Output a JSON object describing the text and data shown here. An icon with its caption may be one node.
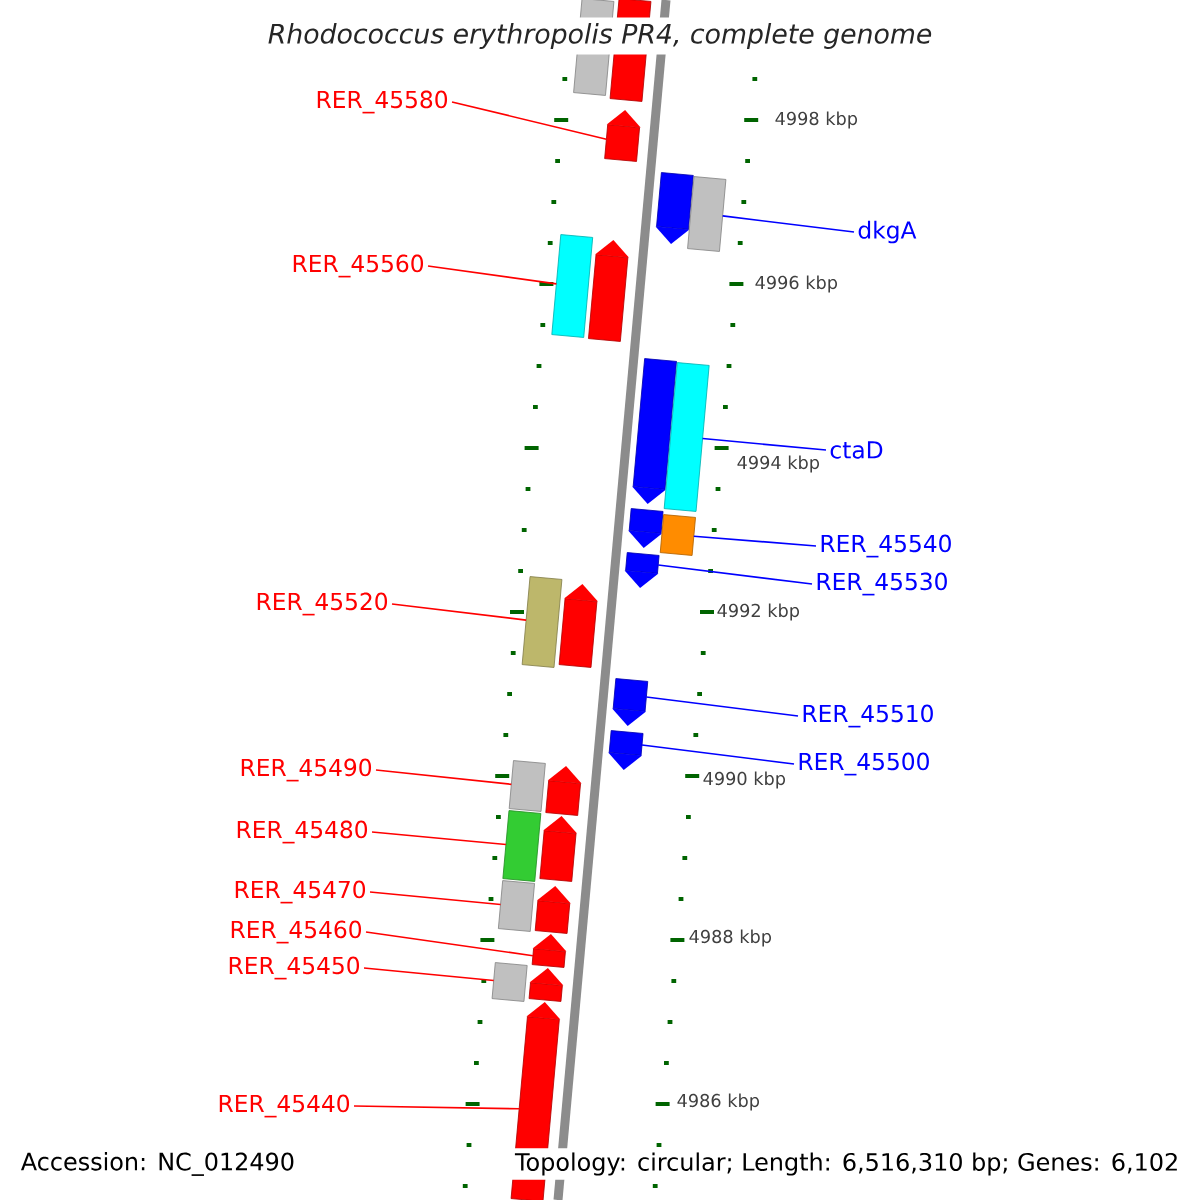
{
  "diagram": {
    "title": "*Rhodococcus erythropolis* PR4, complete genome",
    "nodes": [
      {
        "text": [
          "RER_45580"
        ]
      },
      {
        "text": [
          "dkgA"
        ]
      },
      {
        "text": [
          "RER_45560"
        ]
      },
      {
        "text": [
          "ctaD"
        ]
      },
      {
        "text": [
          "RER_45540"
        ]
      },
      {
        "text": [
          "RER_45530"
        ]
      },
      {
        "text": [
          "RER_45520"
        ]
      },
      {
        "text": [
          "RER_45510"
        ]
      },
      {
        "text": [
          "RER_45500"
        ]
      },
      {
        "text": [
          "RER_45490"
        ]
      },
      {
        "text": [
          "RER_45480"
        ]
      },
      {
        "text": [
          "RER_45470"
        ]
      },
      {
        "text": [
          "RER_45460"
        ]
      },
      {
        "text": [
          "RER_45450"
        ]
      },
      {
        "text": [
          "RER_45440"
        ]
      },
      {
        "text": [],
        "shape": "bar"
      },
      {
        "text": [],
        "shape": "bar"
      },
      {
        "text": [],
        "shape": "bar"
      },
      {
        "text": [],
        "shape": "bar"
      },
      {
        "text": [],
        "shape": "bar"
      },
      {
        "text": [],
        "shape": "bar"
      },
      {
        "text": [],
        "shape": "bar"
      },
      {
        "text": [],
        "shape": "bar"
      },
      {
        "text": [],
        "shape": "bar"
      },
      {
        "text": [],
        "shape": "bar"
      },
      {
        "text": [],
        "shape": "bar"
      },
      {
        "text": [],
        "shape": "bar"
      },
      {
        "text": [],
        "shape": "bar"
      },
      {
        "text": [],
        "shape": "bar"
      },
      {
        "text": [],
        "shape": "bar"
      },
      {
        "text": [],
        "shape": "bar"
      },
      {
        "text": [],
        "shape": "bar"
      },
      {
        "text": [],
        "shape": "bar"
      },
      {
        "text": [],
        "shape": "bar"
      },
      {
        "text": [],
        "shape": "bar"
      },
      {
        "text": [],
        "shape": "bar"
      },
      {
        "text": [],
        "shape": "bar"
      },
      {
        "text": [],
        "shape": "bar"
      },
      {
        "text": [],
        "shape": "bar"
      },
      {
        "text": [],
        "shape": "bar"
      },
      {
        "text": [],
        "shape": "bar"
      }
    ],
    "edges": [
      {
        "from": 0,
        "to": 17,
        "arrow": "none"
      },
      {
        "from": 1,
        "to": 19,
        "arrow": "none",
        "color": "#0000ff"
      },
      {
        "from": 2,
        "to": 20,
        "arrow": "none"
      },
      {
        "from": 3,
        "to": 23,
        "arrow": "none",
        "color": "#0000ff"
      },
      {
        "from": 4,
        "to": 25,
        "arrow": "none",
        "color": "#0000ff"
      },
      {
        "from": 5,
        "to": 26,
        "arrow": "none",
        "color": "#0000ff"
      },
      {
        "from": 6,
        "to": 27,
        "arrow": "none"
      },
      {
        "from": 7,
        "to": 29,
        "arrow": "none",
        "color": "#0000ff"
      },
      {
        "from": 8,
        "to": 30,
        "arrow": "none",
        "color": "#0000ff"
      },
      {
        "from": 9,
        "to": 31,
        "arrow": "none"
      },
      {
        "from": 10,
        "to": 33,
        "arrow": "none"
      },
      {
        "from": 11,
        "to": 35,
        "arrow": "none"
      },
      {
        "from": 12,
        "to": 37,
        "arrow": "none"
      },
      {
        "from": 13,
        "to": 38,
        "arrow": "none"
      },
      {
        "from": 14,
        "to": 40,
        "arrow": "none"
      }
    ],
    "labels": [
      "4998 kbp",
      "4996 kbp",
      "4994 kbp",
      "4992 kbp",
      "4990 kbp",
      "4988 kbp",
      "4986 kbp",
      "Accession: NC_012490",
      "Topology: circular; Length: 6,516,310 bp; Genes: 6,102"
    ]
  }
}
